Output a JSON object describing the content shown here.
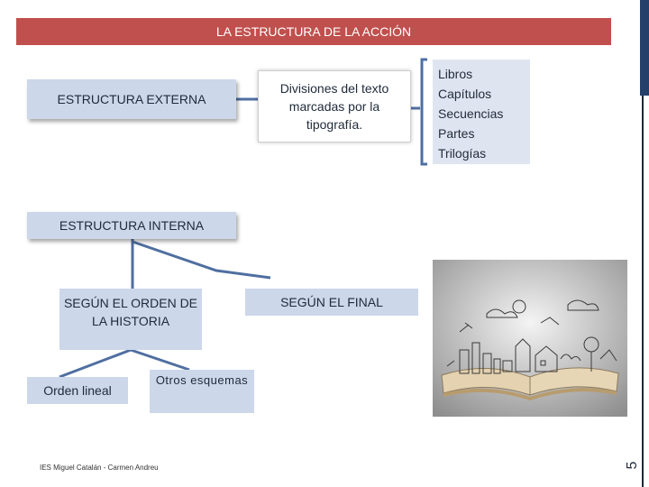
{
  "title": "LA  ESTRUCTURA DE LA ACCIÓN",
  "external": {
    "label": "ESTRUCTURA EXTERNA",
    "description": "Divisiones del texto marcadas por la tipografía.",
    "list": [
      "Libros",
      "Capítulos",
      "Secuencias",
      "Partes",
      "Trilogías"
    ]
  },
  "internal": {
    "label": "ESTRUCTURA INTERNA",
    "by_order": "SEGÚN EL ORDEN DE LA HISTORIA",
    "by_ending": "SEGÚN EL FINAL",
    "linear": "Orden lineal",
    "other": "Otros esquemas"
  },
  "footer": "IES Miguel Catalán - Carmen Andreu",
  "page_number": "5",
  "colors": {
    "title_bar": "#c0504d",
    "box_fill": "#ccd7ea",
    "connector": "#4f6fa0",
    "accent_dark": "#24406a"
  },
  "illustration": {
    "icon": "open-book-with-sketched-city-icon"
  }
}
